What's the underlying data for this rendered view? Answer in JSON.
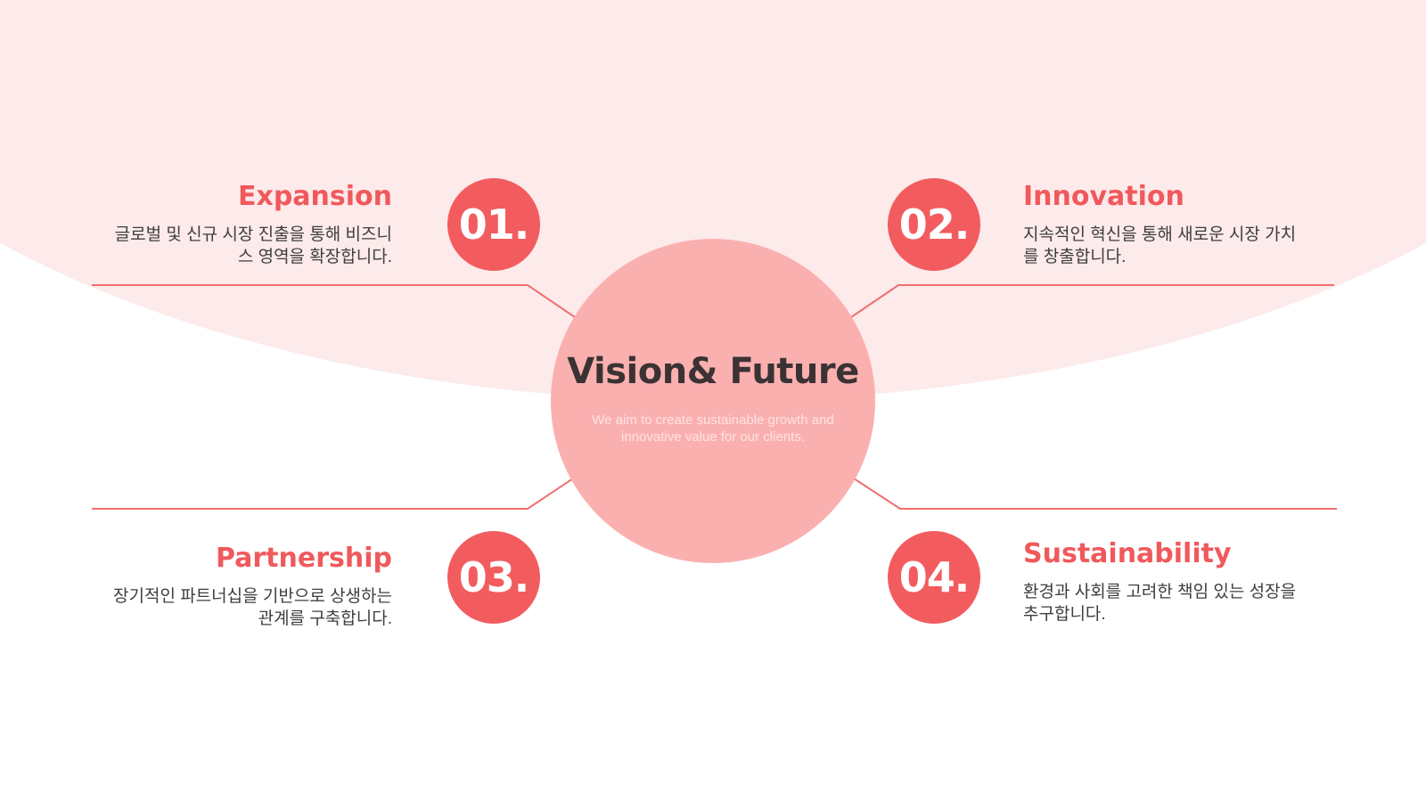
{
  "center": {
    "title": "Vision& Future",
    "subtitle": "We aim to create sustainable growth and innovative value for our clients."
  },
  "items": [
    {
      "number": "01.",
      "title": "Expansion",
      "description": "글로벌 및 신규 시장 진출을 통해 비즈니스 영역을 확장합니다."
    },
    {
      "number": "02.",
      "title": "Innovation",
      "description": "지속적인 혁신을 통해 새로운 시장 가치를 창출합니다."
    },
    {
      "number": "03.",
      "title": "Partnership",
      "description": "장기적인 파트너십을 기반으로 상생하는 관계를 구축합니다."
    },
    {
      "number": "04.",
      "title": "Sustainability",
      "description": "환경과 사회를 고려한 책임 있는 성장을 추구합니다."
    }
  ],
  "colors": {
    "accent": "#f25c5f",
    "center_fill": "#fbb0b0",
    "background_arc": "#fdeaea",
    "line": "#ef6f6f"
  }
}
